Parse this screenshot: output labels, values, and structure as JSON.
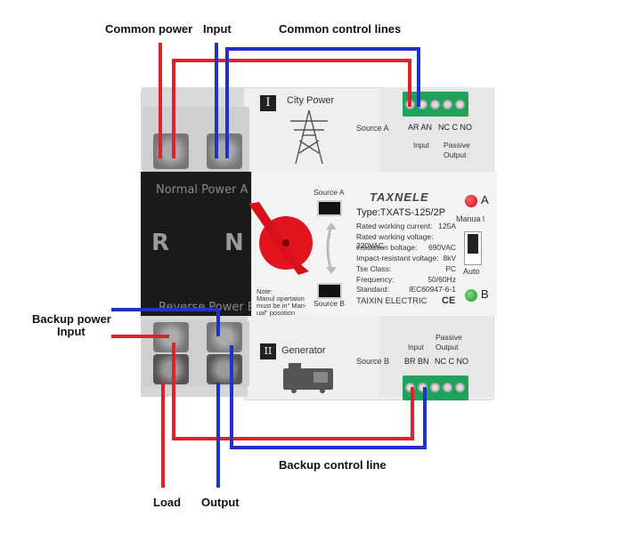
{
  "callouts": {
    "common_power": "Common power",
    "input": "Input",
    "common_control_lines": "Common control lines",
    "backup_power_input": [
      "Backup power",
      "Input"
    ],
    "backup_control_line": "Backup control line",
    "load": "Load",
    "output": "Output"
  },
  "device": {
    "brand": "TAXNELE",
    "type": "Type:TXATS-125/2P",
    "specs": [
      {
        "label": "Rated working current:",
        "value": "125A"
      },
      {
        "label": "Rated working voltage: 220VAC",
        "value": ""
      },
      {
        "label": "insulation boltage:",
        "value": "690VAC"
      },
      {
        "label": "Impact-resistant voltage:",
        "value": "8kV"
      },
      {
        "label": "Tse  Class:",
        "value": "PC"
      },
      {
        "label": "Frequency:",
        "value": "50/60Hz"
      },
      {
        "label": "Standard:",
        "value": "IEC60947-6-1"
      }
    ],
    "maker": "TAIXIN ELECTRIC",
    "ce_mark": "CE",
    "top_section": {
      "roman": "I",
      "title": "City  Power",
      "source": "Source A"
    },
    "bottom_section": {
      "roman": "II",
      "title": "Generator",
      "source": "Source B"
    },
    "top_terminal_labels": {
      "ar_an": "AR AN",
      "nc_c_no": "NC C NO",
      "input": "Input",
      "passive": [
        "Passive",
        "Output"
      ]
    },
    "bottom_terminal_labels": {
      "input": "Input",
      "passive": [
        "Passive",
        "Output"
      ],
      "br_bn": "BR BN",
      "nc_c_no": "NC C NO"
    },
    "black_panel": {
      "normal": "Normal  Power  A",
      "reverse": "Reverse  Power  B",
      "r": "R",
      "n": "N"
    },
    "window_a": "Source A",
    "window_b": "Source B",
    "note": [
      "Note:",
      "Manul opartaion",
      "must be in\" Man-",
      "ual\"  posotion"
    ],
    "indicator_a": "A",
    "indicator_b": "B",
    "manual_label": "Manua l",
    "auto_label": "Auto"
  },
  "colors": {
    "red_wire": "#e0202a",
    "blue_wire": "#1f33c8",
    "terminal_green": "#1fa35a",
    "indicator_red": "#e0101a",
    "indicator_green": "#1f9a2a",
    "handle_red": "#e2141e"
  }
}
